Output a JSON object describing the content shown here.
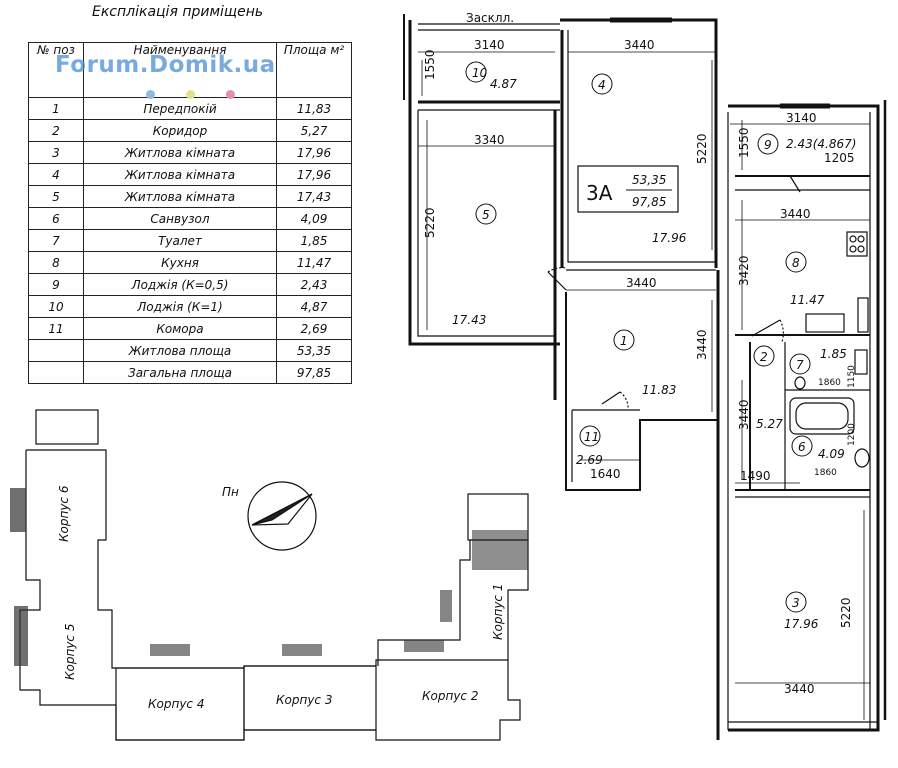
{
  "table": {
    "title": "Експлікація приміщень",
    "headers": {
      "num": "№ поз",
      "name": "Найменування",
      "area": "Площа м²"
    },
    "rows": [
      {
        "n": "1",
        "name": "Передпокій",
        "area": "11,83"
      },
      {
        "n": "2",
        "name": "Коридор",
        "area": "5,27"
      },
      {
        "n": "3",
        "name": "Житлова кімната",
        "area": "17,96"
      },
      {
        "n": "4",
        "name": "Житлова кімната",
        "area": "17,96"
      },
      {
        "n": "5",
        "name": "Житлова кімната",
        "area": "17,43"
      },
      {
        "n": "6",
        "name": "Санвузол",
        "area": "4,09"
      },
      {
        "n": "7",
        "name": "Туалет",
        "area": "1,85"
      },
      {
        "n": "8",
        "name": "Кухня",
        "area": "11,47"
      },
      {
        "n": "9",
        "name": "Лоджія (К=0,5)",
        "area": "2,43"
      },
      {
        "n": "10",
        "name": "Лоджія (К=1)",
        "area": "4,87"
      },
      {
        "n": "11",
        "name": "Комора",
        "area": "2,69"
      },
      {
        "n": "",
        "name": "Житлова площа",
        "area": "53,35"
      },
      {
        "n": "",
        "name": "Загальна площа",
        "area": "97,85"
      }
    ]
  },
  "watermark": {
    "text": "Forum.Domik.ua",
    "dot_colors": [
      "#8fb9e3",
      "#e3e08f",
      "#e38fb2"
    ]
  },
  "plan": {
    "glazing_label": "Засклл.",
    "apartment": {
      "code": "3А",
      "living": "53,35",
      "total": "97,85"
    },
    "dims": {
      "d3140a": "3140",
      "d3440a": "3440",
      "d1550a": "1550",
      "d3340": "3340",
      "d5220a": "5220",
      "d5220b": "5220",
      "d3440b": "3440",
      "d3440c": "3440",
      "d3140b": "3140",
      "d1550b": "1550",
      "d3440d": "3440",
      "d3420": "3420",
      "d3440e": "3440",
      "d1490": "1490",
      "d1640": "1640",
      "d5220c": "5220",
      "d3440f": "3440",
      "d1860a": "1860",
      "d1860b": "1860",
      "d1205": "1205",
      "d1150": "1150",
      "d1200": "1200"
    },
    "rooms": {
      "r1": {
        "num": "1",
        "area": "11.83"
      },
      "r2": {
        "num": "2",
        "area": "5.27"
      },
      "r3": {
        "num": "3",
        "area": "17.96"
      },
      "r4": {
        "num": "4",
        "area": "17.96"
      },
      "r5": {
        "num": "5",
        "area": "17.43"
      },
      "r6": {
        "num": "6",
        "area": "4.09"
      },
      "r7": {
        "num": "7",
        "area": "1.85"
      },
      "r8": {
        "num": "8",
        "area": "11.47"
      },
      "r9": {
        "num": "9",
        "area": "2.43(4.867)"
      },
      "r10": {
        "num": "10",
        "area": "4.87"
      },
      "r11": {
        "num": "11",
        "area": "2.69"
      }
    }
  },
  "site": {
    "north": "Пн",
    "buildings": [
      "Корпус 1",
      "Корпус 2",
      "Корпус 3",
      "Корпус 4",
      "Корпус 5",
      "Корпус 6"
    ]
  }
}
